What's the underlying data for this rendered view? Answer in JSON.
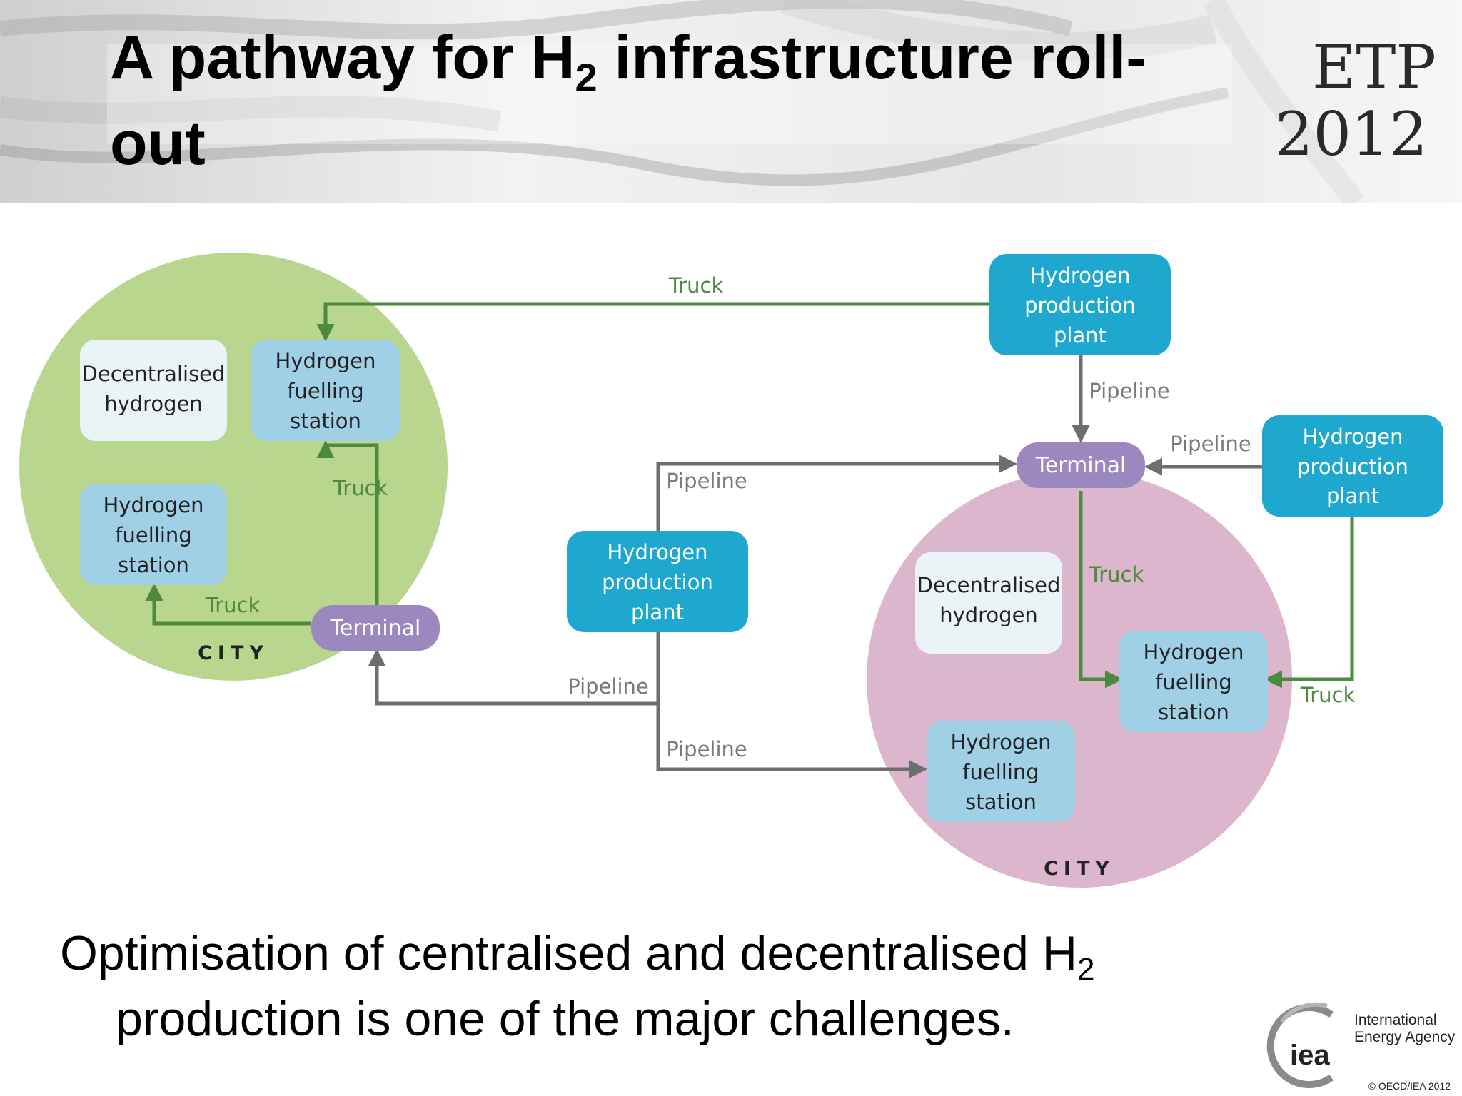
{
  "title": {
    "line1_prefix": "A pathway for H",
    "line1_subscript": "2",
    "line1_suffix": " infrastructure roll-",
    "line2": "out"
  },
  "logo_etp": {
    "line1": "ETP",
    "line2": "2012"
  },
  "diagram": {
    "city_label": "CITY",
    "routes": {
      "truck": "Truck",
      "pipeline": "Pipeline"
    },
    "nodes": {
      "plant": {
        "line1": "Hydrogen",
        "line2": "production",
        "line3": "plant"
      },
      "station": {
        "line1": "Hydrogen",
        "line2": "fuelling",
        "line3": "station"
      },
      "decentralised": {
        "line1": "Decentralised",
        "line2": "hydrogen"
      },
      "terminal": "Terminal"
    },
    "colors": {
      "city_left": "#b9d68e",
      "city_right": "#dcb6cc",
      "plant": "#1fa8cf",
      "station": "#9fd0e6",
      "decentralised": "#eaf3f6",
      "terminal": "#9b88bf",
      "truck_line": "#4e8a3e",
      "pipeline_line": "#6e6e6e"
    }
  },
  "caption": {
    "line1_prefix": "Optimisation of centralised and decentralised H",
    "line1_subscript": "2",
    "line2": "production is one of the major challenges."
  },
  "iea": {
    "mark": "iea",
    "name_line1": "International",
    "name_line2": "Energy Agency"
  },
  "copyright": "© OECD/IEA 2012"
}
